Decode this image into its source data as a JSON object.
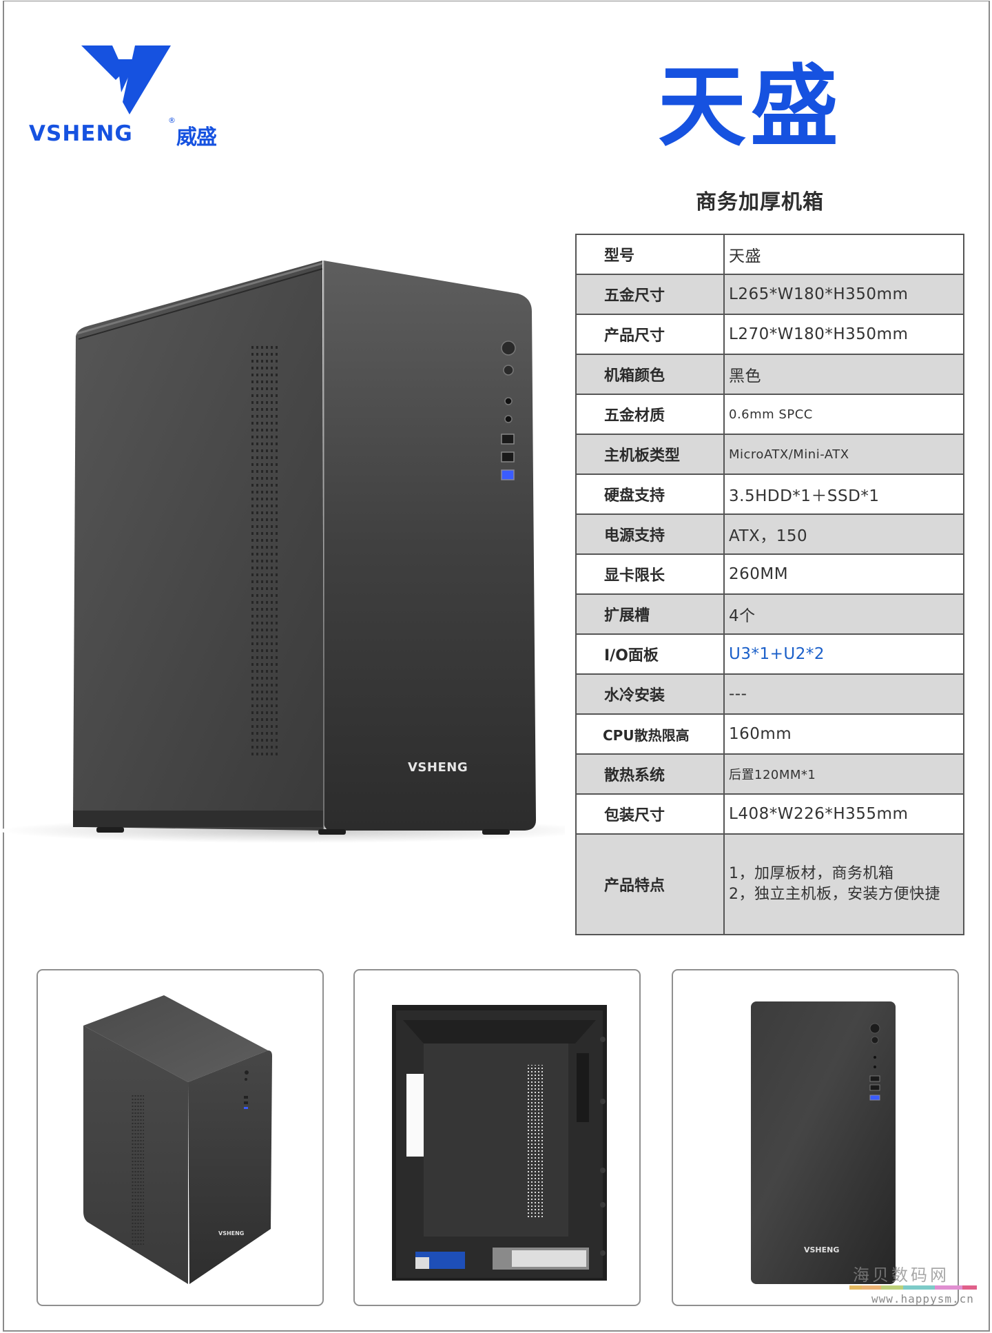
{
  "brand": {
    "wordmark": "VSHENG",
    "registered": "®",
    "name_cn": "威盛",
    "color": "#1652e0"
  },
  "header": {
    "model_title": "天盛",
    "subtitle": "商务加厚机箱"
  },
  "hero": {
    "case_brand": "VSHENG",
    "front_io_icons": [
      "power-button-icon",
      "reset-button-icon",
      "audio-jack-icon",
      "mic-jack-icon",
      "usb2-port-icon",
      "usb2-port-icon",
      "usb3-port-icon"
    ],
    "case_color": "#3c3c3c",
    "usb3_color": "#3a5cff"
  },
  "spec_table": {
    "rows": [
      {
        "label": "型号",
        "value": "天盛"
      },
      {
        "label": "五金尺寸",
        "value": "L265*W180*H350mm"
      },
      {
        "label": "产品尺寸",
        "value": "L270*W180*H350mm"
      },
      {
        "label": "机箱颜色",
        "value": "黑色"
      },
      {
        "label": "五金材质",
        "value": "0.6mm SPCC"
      },
      {
        "label": "主机板类型",
        "value": "MicroATX/Mini-ATX"
      },
      {
        "label": "硬盘支持",
        "value": "3.5HDD*1＋SSD*1"
      },
      {
        "label": "电源支持",
        "value": "ATX，150"
      },
      {
        "label": "显卡限长",
        "value": "260MM"
      },
      {
        "label": "扩展槽",
        "value": "4个"
      },
      {
        "label": "I/O面板",
        "value": "U3*1+U2*2"
      },
      {
        "label": "水冷安装",
        "value": "---"
      },
      {
        "label": "CPU散热限高",
        "value": "160mm"
      },
      {
        "label": "散热系统",
        "value": "后置120MM*1"
      },
      {
        "label": "包装尺寸",
        "value": "L408*W226*H355mm"
      },
      {
        "label": "产品特点",
        "value_lines": [
          "1，加厚板材，商务机箱",
          "2，独立主机板，安装方便快捷"
        ]
      }
    ],
    "row_alt_color": "#d9d9d9",
    "highlight_color": "#1a5fc9"
  },
  "gallery": [
    {
      "view": "angled-view",
      "brand": "VSHENG"
    },
    {
      "view": "interior-view",
      "brand": ""
    },
    {
      "view": "front-view",
      "brand": "VSHENG"
    }
  ],
  "watermark": {
    "site_name": "海贝数码网",
    "url": "www.happysm.cn",
    "bar_colors": [
      "#e4b860",
      "#ecb272",
      "#bcd07a",
      "#7ccbc8",
      "#e08fd0",
      "#e0608a"
    ]
  }
}
